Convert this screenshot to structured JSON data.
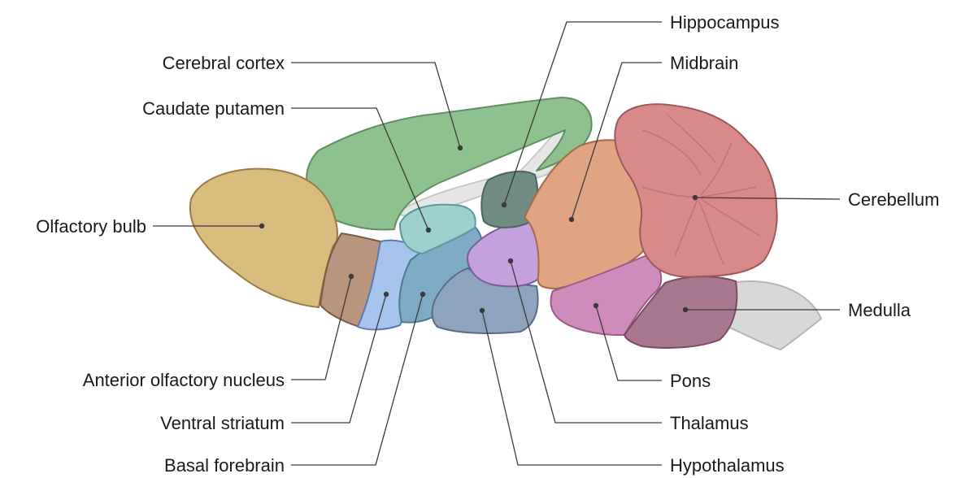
{
  "labels": {
    "hippocampus": "Hippocampus",
    "cerebral_cortex": "Cerebral cortex",
    "midbrain": "Midbrain",
    "caudate_putamen": "Caudate putamen",
    "olfactory_bulb": "Olfactory bulb",
    "cerebellum": "Cerebellum",
    "medulla": "Medulla",
    "anterior_olfactory_nucleus": "Anterior olfactory nucleus",
    "pons": "Pons",
    "ventral_striatum": "Ventral striatum",
    "thalamus": "Thalamus",
    "basal_forebrain": "Basal forebrain",
    "hypothalamus": "Hypothalamus"
  },
  "colors": {
    "olfactory_bulb": "#d8bd7f",
    "anterior_olfactory_nucleus": "#b8957e",
    "ventral_striatum": "#a9c4ec",
    "basal_forebrain": "#7eaac4",
    "caudate_putamen": "#9fd0d0",
    "hypothalamus": "#8ea4bd",
    "thalamus": "#c4a0dc",
    "hippocampus": "#6e8c84",
    "cerebral_cortex": "#8fc08f",
    "midbrain": "#e0a482",
    "cerebellum": "#d8898a",
    "pons": "#cf8cba",
    "medulla": "#a87890",
    "spinal_cord": "#d8d8d8",
    "white_matter": "#e6e6e6"
  }
}
